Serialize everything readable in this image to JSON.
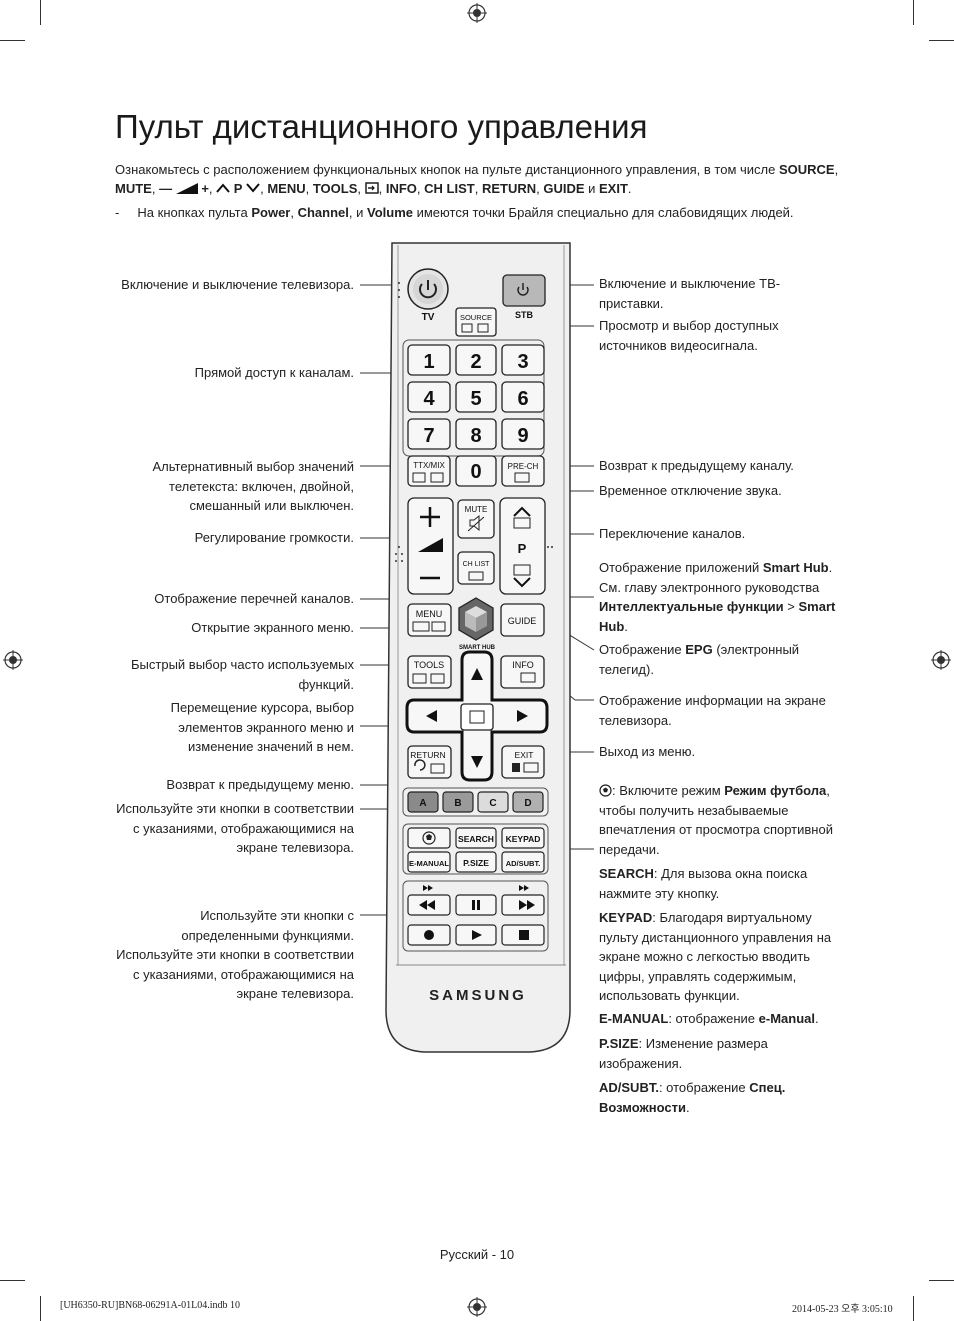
{
  "title": "Пульт дистанционного управления",
  "intro": {
    "p1": "Ознакомьтесь с расположением функциональных кнопок на пульте дистанционного управления, в том числе ",
    "source": "SOURCE",
    "sep1": ",",
    "mute": "MUTE",
    "sep2": ", ",
    "vol_minus": "—",
    "vol_plus": "+",
    "sep3": ", ",
    "p_label": "P",
    "sep4": ", ",
    "menu": "MENU",
    "c1": ", ",
    "tools": "TOOLS",
    "c2": ", ",
    "c3": ", ",
    "info": "INFO",
    "c4": ", ",
    "chlist": "CH LIST",
    "c5": ", ",
    "ret": "RETURN",
    "c6": ", ",
    "guide": "GUIDE",
    "and": " и ",
    "exit": "EXIT",
    "end": "."
  },
  "note": {
    "dash": "-",
    "t1": "На кнопках пульта ",
    "power": "Power",
    "c1": ", ",
    "channel": "Channel",
    "t2": ", и ",
    "volume": "Volume",
    "t3": " имеются точки Брайля специально для слабовидящих людей."
  },
  "left_labels": {
    "power": "Включение и выключение телевизора.",
    "direct": "Прямой доступ к каналам.",
    "ttx": "Альтернативный выбор значений телетекста: включен, двойной, смешанный или выключен.",
    "volume": "Регулирование громкости.",
    "chlist": "Отображение перечней каналов.",
    "menu": "Открытие экранного меню.",
    "tools": "Быстрый выбор часто используемых функций.",
    "cursor": "Перемещение курсора, выбор элементов экранного меню и изменение значений в нем.",
    "return": "Возврат к предыдущему меню.",
    "color": "Используйте эти кнопки в соответствии с указаниями, отображающимися на экране телевизора.",
    "special": "Используйте эти кнопки с определенными функциями. Используйте эти кнопки в соответствии с указаниями, отображающимися на экране телевизора."
  },
  "right_labels": {
    "stb": "Включение и выключение ТВ-приставки.",
    "source": "Просмотр и выбор доступных источников видеосигнала.",
    "prech": "Возврат к предыдущему каналу.",
    "mute": "Временное отключение звука.",
    "channel": "Переключение каналов.",
    "smarthub": {
      "t1": "Отображение приложений ",
      "b1": "Smart Hub",
      "t2": ". См. главу электронного руководства ",
      "b2": "Интеллектуальные функции",
      "t3": " > ",
      "b3": "Smart Hub",
      "t4": "."
    },
    "epg": {
      "t1": "Отображение ",
      "b1": "EPG",
      "t2": " (электронный телегид)."
    },
    "info": "Отображение информации на экране телевизора.",
    "exit": "Выход из меню.",
    "football": {
      "t1": ": Включите режим ",
      "b1": "Режим футбола",
      "t2": ", чтобы получить незабываемые впечатления от просмотра спортивной передачи."
    },
    "search": {
      "b1": "SEARCH",
      "t1": ": Для вызова окна поиска нажмите эту кнопку."
    },
    "keypad": {
      "b1": "KEYPAD",
      "t1": ": Благодаря виртуальному пульту дистанционного управления на экране можно с легкостью вводить цифры, управлять содержимым, использовать функции."
    },
    "emanual": {
      "b1": "E-MANUAL",
      "t1": ": отображение ",
      "b2": "e-Manual",
      "t2": "."
    },
    "psize": {
      "b1": "P.SIZE",
      "t1": ": Изменение размера изображения."
    },
    "adsubt": {
      "b1": "AD/SUBT.",
      "t1": ": отображение ",
      "b2": "Спец. Возможности",
      "t2": "."
    }
  },
  "remote": {
    "tv": "TV",
    "source": "SOURCE",
    "stb": "STB",
    "digits": [
      "1",
      "2",
      "3",
      "4",
      "5",
      "6",
      "7",
      "8",
      "9"
    ],
    "zero": "0",
    "ttx": "TTX/MIX",
    "prech": "PRE-CH",
    "mute": "MUTE",
    "chlist": "CH LIST",
    "p": "P",
    "plus": "+",
    "minus": "—",
    "menu": "MENU",
    "guide": "GUIDE",
    "smarthub": "SMART HUB",
    "tools": "TOOLS",
    "info": "INFO",
    "return": "RETURN",
    "exit": "EXIT",
    "colors": [
      "A",
      "B",
      "C",
      "D"
    ],
    "search": "SEARCH",
    "keypad": "KEYPAD",
    "emanual": "E-MANUAL",
    "psize": "P.SIZE",
    "adsubt": "AD/SUBT.",
    "brand": "SAMSUNG",
    "color_a": "#8a8a8a",
    "color_b": "#9a9a9a",
    "color_c": "#dcdcdc",
    "color_d": "#b0b0b0"
  },
  "footer": "Русский - 10",
  "print_left": "[UH6350-RU]BN68-06291A-01L04.indb   10",
  "print_right": "2014-05-23   오후 3:05:10"
}
